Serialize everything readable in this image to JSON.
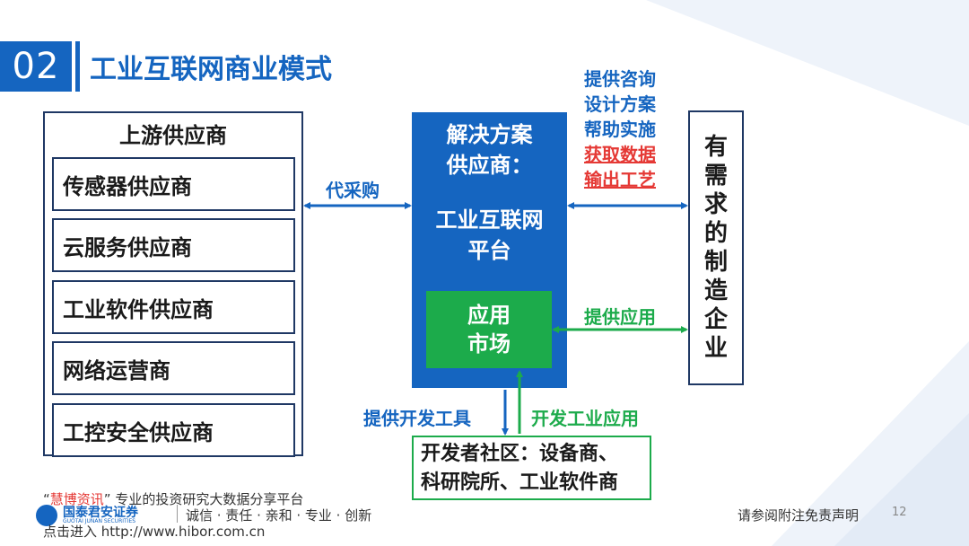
{
  "header": {
    "section_number": "02",
    "title": "工业互联网商业模式"
  },
  "upstream": {
    "title": "上游供应商",
    "items": [
      "传感器供应商",
      "云服务供应商",
      "工业软件供应商",
      "网络运营商",
      "工控安全供应商"
    ]
  },
  "platform": {
    "line1": "解决方案",
    "line2": "供应商：",
    "line3": "工业互联网",
    "line4": "平台",
    "market_line1": "应用",
    "market_line2": "市场"
  },
  "customer": {
    "chars": [
      "有",
      "需",
      "求",
      "的",
      "制",
      "造",
      "企",
      "业"
    ]
  },
  "community": {
    "line1": "开发者社区：设备商、",
    "line2": "科研院所、工业软件商"
  },
  "labels": {
    "proxy_purchase": "代采购",
    "consulting": [
      "提供咨询",
      "设计方案",
      "帮助实施"
    ],
    "data": [
      "获取数据",
      "输出工艺"
    ],
    "provide_apps": "提供应用",
    "provide_tools": "提供开发工具",
    "develop_apps": "开发工业应用"
  },
  "footer": {
    "brand_quote": "慧博资讯",
    "brand_desc": "专业的投资研究大数据分享平台",
    "company": "国泰君安证券",
    "company_en": "GUOTAI JUNAN SECURITIES",
    "slogan": "诚信 · 责任 · 亲和 · 专业 · 创新",
    "entry": "点击进入",
    "url": "http://www.hibor.com.cn",
    "disclaimer": "请参阅附注免责声明",
    "page": "12"
  },
  "colors": {
    "primary_blue": "#1565c0",
    "green": "#1cab4b",
    "highlight_red": "#e53935",
    "border_navy": "#1f3864"
  }
}
